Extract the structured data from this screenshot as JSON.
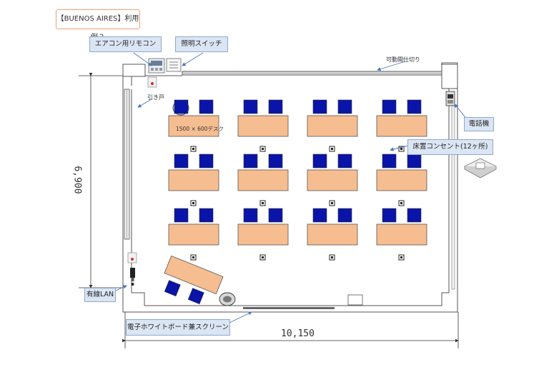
{
  "header": {
    "title": "【BUENOS AIRES】利用例２"
  },
  "labels": {
    "aircon_remote": "エアコン用リモコン",
    "light_switch": "照明スイッチ",
    "movable_partition": "可動間仕切り",
    "sliding_door": "引き戸",
    "desk_size": "1500 × 600デスク",
    "telephone": "電話機",
    "floor_outlet": "床置コンセント(12ヶ所)",
    "wired_lan": "有線LAN",
    "whiteboard": "電子ホワイトボード兼スクリーン"
  },
  "dimensions": {
    "width": "10,150",
    "height": "6,900"
  },
  "layout": {
    "desk_rows": 3,
    "desks_per_row": 4,
    "chairs_per_desk": 2,
    "outlet_count": 12
  },
  "colors": {
    "desk_fill": "#f6bd90",
    "chair_fill": "#0a14a8",
    "callout_fill": "#dbe5f3",
    "callout_border": "#8ea9cf",
    "title_border": "#f0a070",
    "wall": "#555555"
  }
}
